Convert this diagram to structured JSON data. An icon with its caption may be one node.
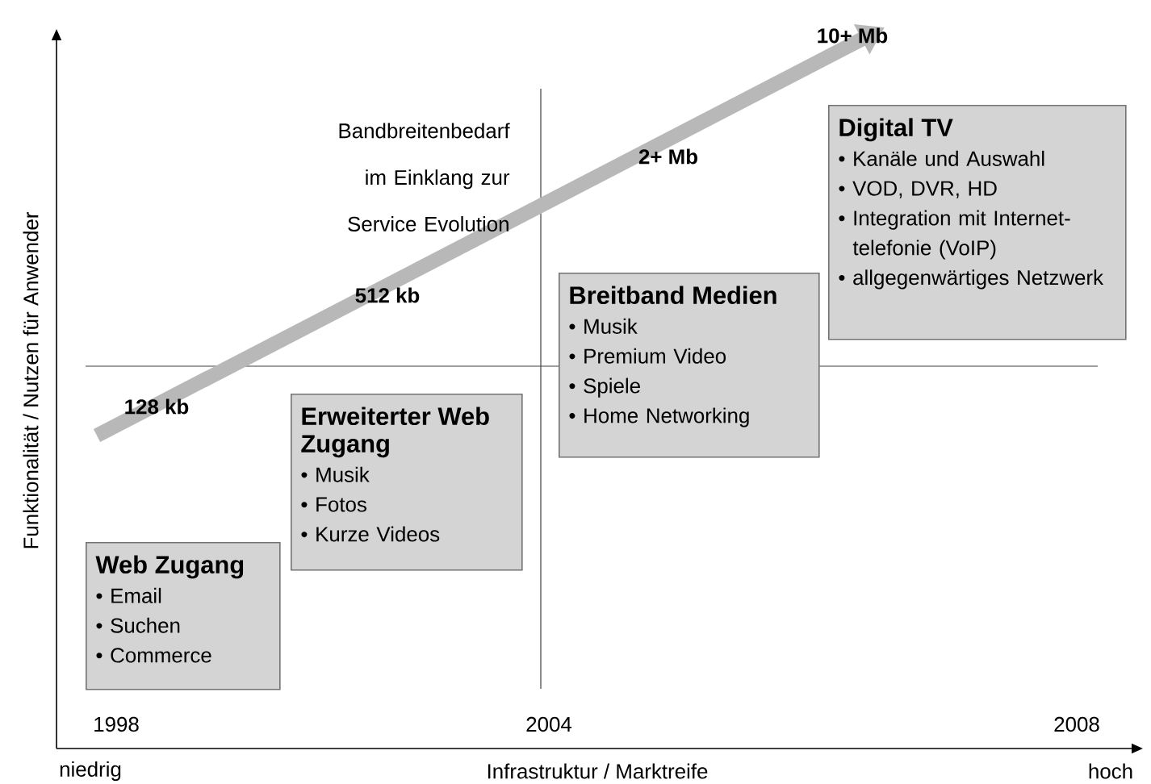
{
  "diagram": {
    "nodes": [
      {
        "text": [
          "Web Zugang",
          "• Email",
          "• Suchen",
          "• Commerce"
        ]
      },
      {
        "text": [
          "Erweiterter Web Zugang",
          "• Musik",
          "• Fotos",
          "• Kurze Videos"
        ]
      },
      {
        "text": [
          "Breitband Medien",
          "• Musik",
          "• Premium Video",
          "• Spiele",
          "• Home Networking"
        ]
      },
      {
        "text": [
          "Digital TV",
          "• Kanäle und Auswahl",
          "• VOD, DVR, HD",
          "• Integration mit Internet- telefonie (VoIP)",
          "• allgegenwärtiges Netzwerk"
        ]
      }
    ],
    "labels": [
      "Bandbreitenbedarf im Einklang zur Service Evolution",
      "128 kb",
      "512 kb",
      "2+ Mb",
      "10+ Mb",
      "Funktionalität / Nutzen für Anwender",
      "1998",
      "2004",
      "2008",
      "niedrig",
      "Infrastruktur / Marktreife",
      "hoch"
    ]
  }
}
